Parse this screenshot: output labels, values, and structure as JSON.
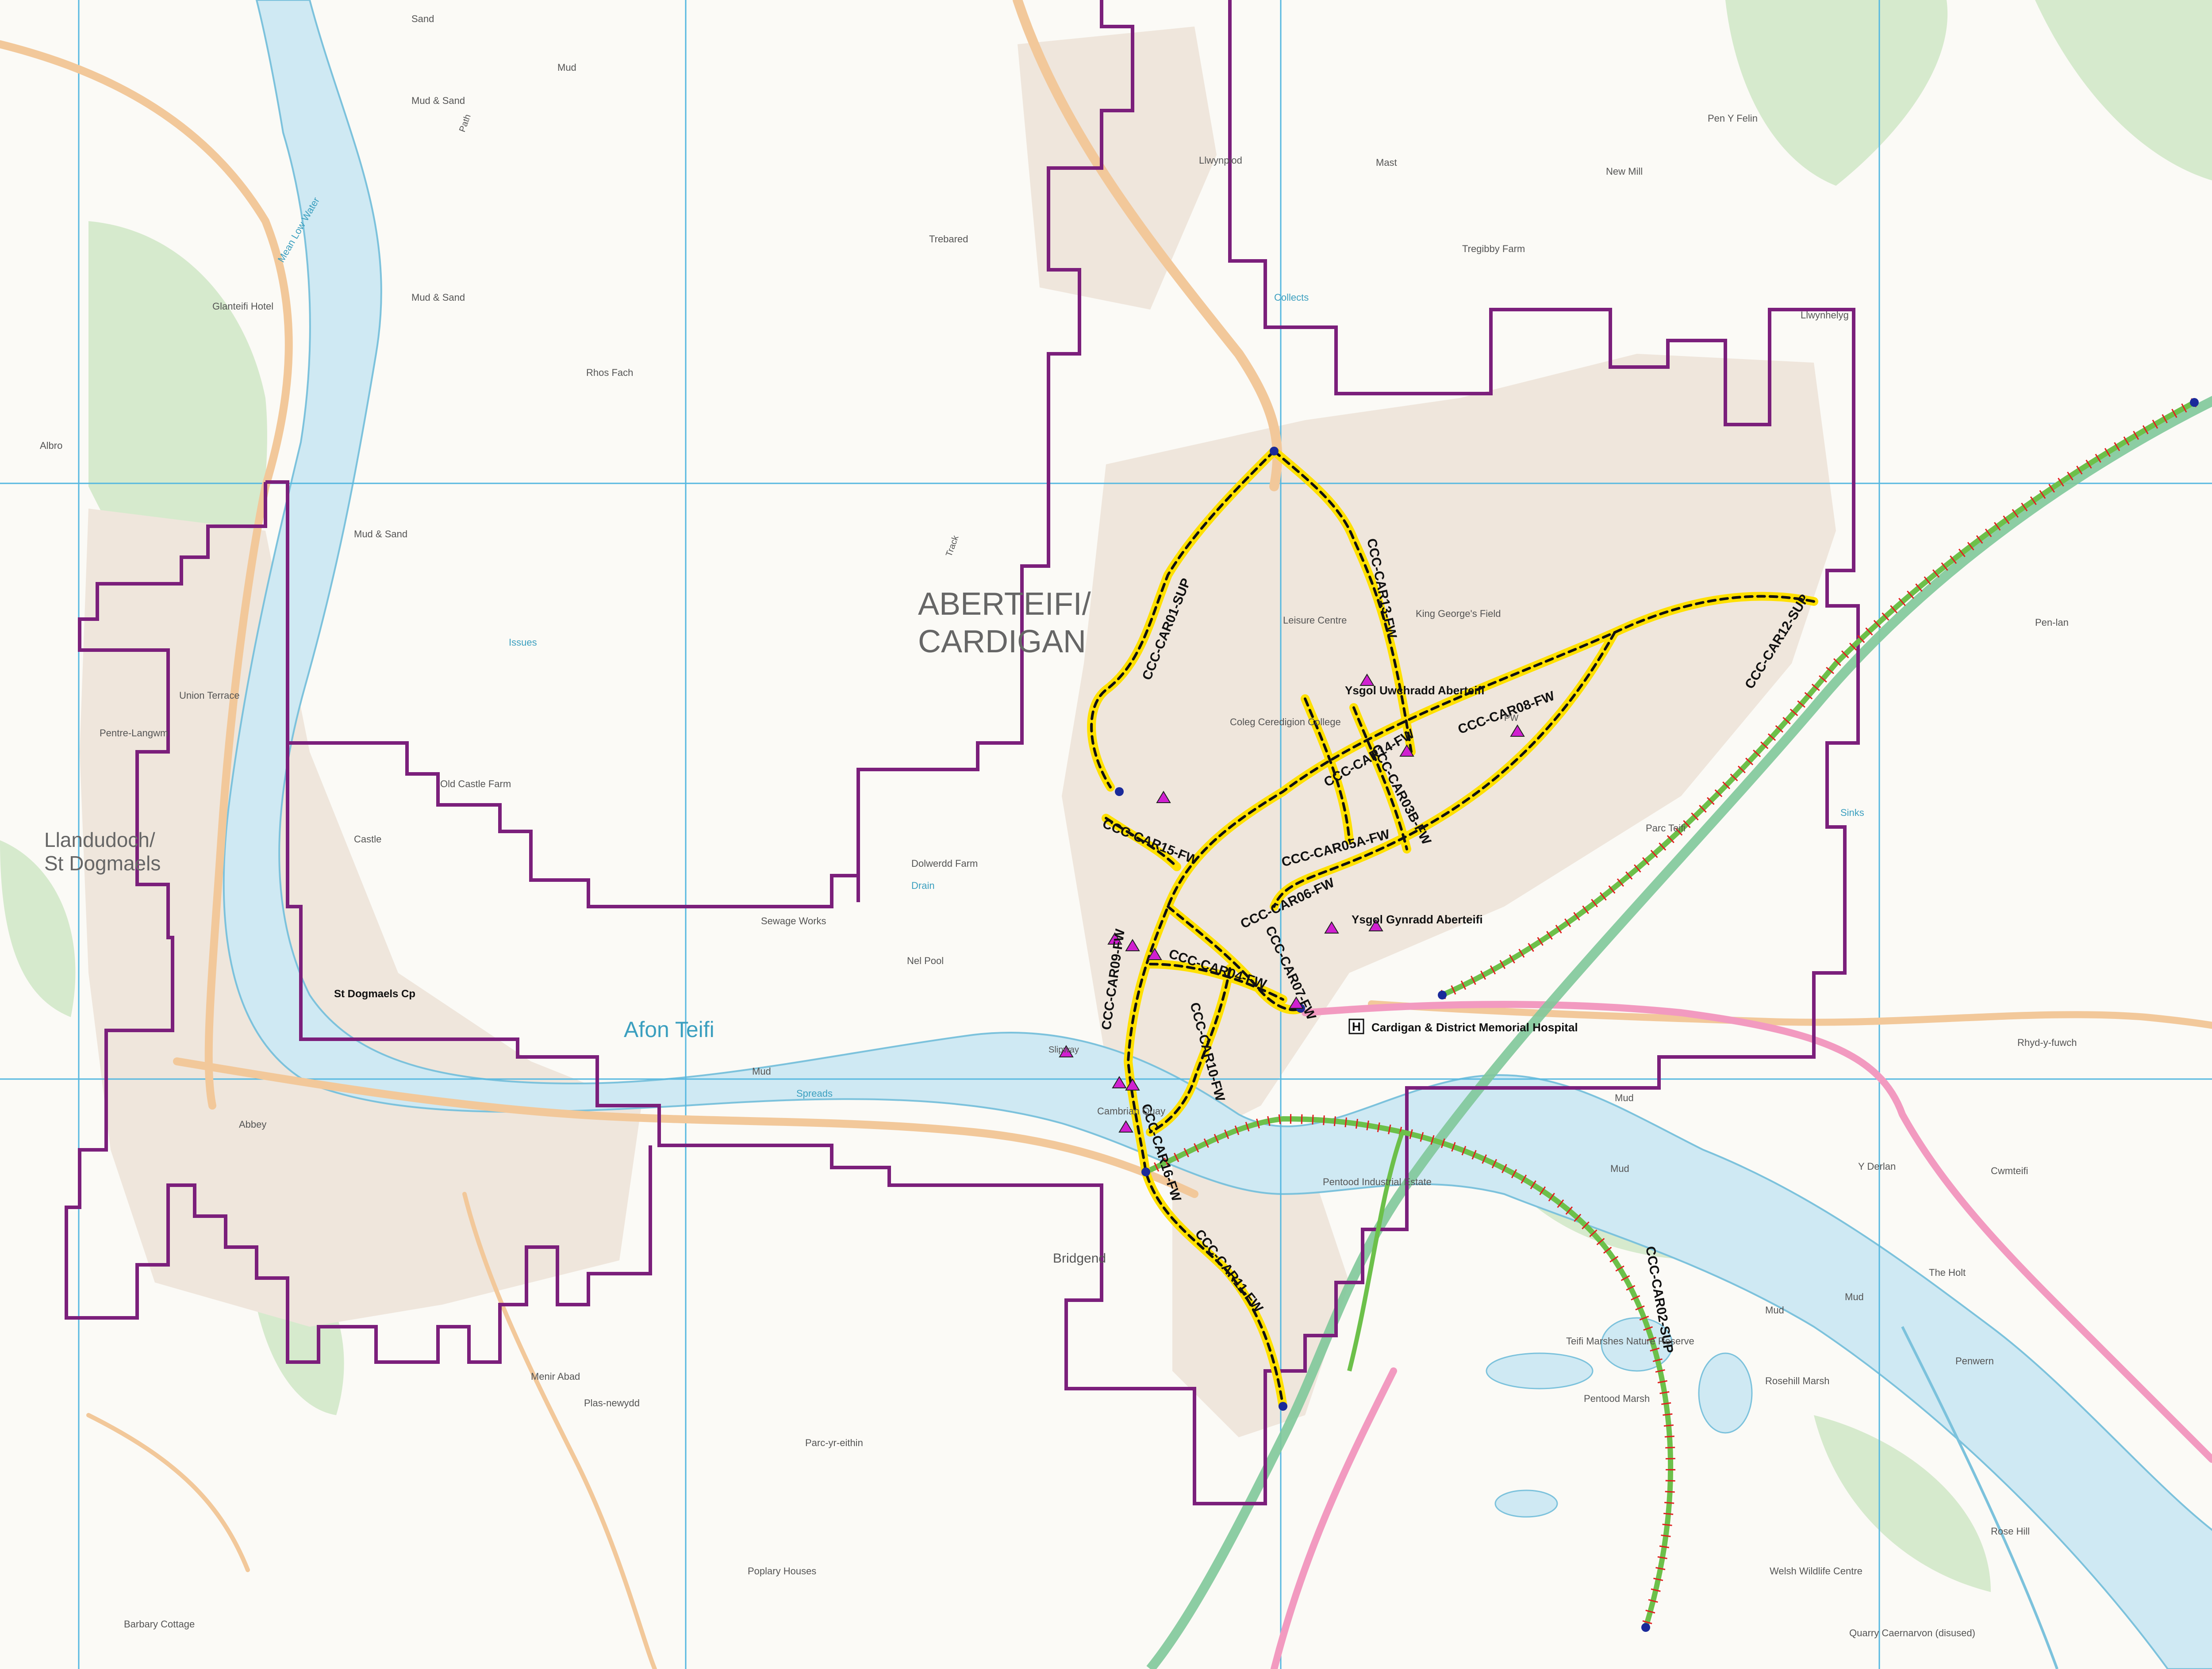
{
  "map": {
    "town_name_line1": "ABERTEIFI/",
    "town_name_line2": "CARDIGAN",
    "village_name_line1": "Llandudoch/",
    "village_name_line2": "St Dogmaels",
    "river_name": "Afon Teifi",
    "colors": {
      "boundary": "#7b1f7b",
      "route_yellow": "#ffe000",
      "route_dash": "#111111",
      "route_sup": "#6cc04a",
      "route_sup_tick": "#e02020",
      "railway_green": "#7fc89a",
      "road_pink": "#f29ac0",
      "water": "#cfe9f3",
      "grid": "#56b8e0",
      "poi_triangle": "#d020d0"
    }
  },
  "routes": [
    {
      "id": "CCC-CAR01-SUP"
    },
    {
      "id": "CCC-CAR13-FW"
    },
    {
      "id": "CCC-CAR12-SUP"
    },
    {
      "id": "CCC-CAR08-FW"
    },
    {
      "id": "CCC-CAR14-FW"
    },
    {
      "id": "CCC-CAR03B-FW"
    },
    {
      "id": "CCC-CAR05A-FW"
    },
    {
      "id": "CCC-CAR15-FW"
    },
    {
      "id": "CCC-CAR06-FW"
    },
    {
      "id": "CCC-CAR04-FW"
    },
    {
      "id": "CCC-CAR07-FW"
    },
    {
      "id": "CCC-CAR09-FW"
    },
    {
      "id": "CCC-CAR10-FW"
    },
    {
      "id": "CCC-CAR16-FW"
    },
    {
      "id": "CCC-CAR11-FW"
    },
    {
      "id": "CCC-CAR02-SUP"
    }
  ],
  "pois": {
    "school_1": "Ysgol Uwchradd Aberteifi",
    "school_2": "Ysgol Gynradd Aberteifi",
    "hospital_icon": "H",
    "hospital": "Cardigan & District Memorial Hospital",
    "church": "St Dogmaels Cp"
  },
  "places": {
    "sand": "Sand",
    "mud1": "Mud",
    "mud_sand1": "Mud & Sand",
    "mean_low_water": "Mean Low Water",
    "mud_sand2": "Mud & Sand",
    "mud_sand3": "Mud & Sand",
    "llwynpiod": "Llwynpiod",
    "trebared": "Trebared",
    "tregibby_farm": "Tregibby Farm",
    "glanteifi_hotel": "Glanteifi Hotel",
    "albro": "Albro",
    "rhos_fach": "Rhos Fach",
    "leisure_centre": "Leisure Centre",
    "king_georges_field": "King George's Field",
    "coleg": "Coleg Ceredigion College",
    "old_castle_farm": "Old Castle Farm",
    "castle": "Castle",
    "dolwerdd_farm": "Dolwerdd Farm",
    "sewage_works": "Sewage Works",
    "nel_pool": "Nel Pool",
    "parc_teifi": "Parc Teifi",
    "pentre_langwm": "Pentre-Langwm",
    "union_terrace": "Union Terrace",
    "bridgend": "Bridgend",
    "pentood": "Pentood Industrial Estate",
    "teifi_marshes": "Teifi Marshes Nature Reserve",
    "pentood_marsh": "Pentood Marsh",
    "rosehill_marsh": "Rosehill Marsh",
    "welsh_wildlife": "Welsh Wildlife Centre",
    "cardigan_quay": "Cambrian Quay",
    "abbey": "Abbey",
    "rhyd_y_fuwch": "Rhyd-y-fuwch",
    "pen_lan": "Pen-lan",
    "the_holt": "The Holt",
    "rose_hill": "Rose Hill",
    "menir_abad": "Menir Abad",
    "plas_newydd": "Plas-newydd",
    "parc_yr_eithin": "Parc-yr-eithin",
    "poplars": "Poplary Houses",
    "barbary_cottage": "Barbary Cottage",
    "quarry": "Quarry Caernarvon (disused)",
    "issues": "Issues",
    "collects": "Collects",
    "sinks": "Sinks",
    "track": "Track",
    "path": "Path",
    "slipway": "Slipway",
    "spreads": "Spreads",
    "drain": "Drain",
    "pw": "PW",
    "cwmteifi": "Cwmteifi",
    "y_derlan": "Y Derlan",
    "mud2": "Mud",
    "mud3": "Mud",
    "mud4": "Mud",
    "mud5": "Mud",
    "mud6": "Mud",
    "new_mill": "New Mill",
    "pen_y_felin": "Pen Y Felin",
    "mast": "Mast",
    "llwyngwair": "Llwynhelyg",
    "pentre_garn": "Penwern"
  }
}
